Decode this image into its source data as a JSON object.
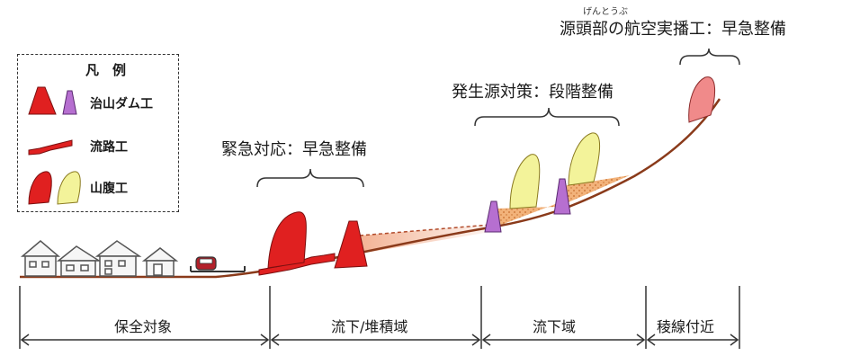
{
  "headings": {
    "headwater_ruby": "げんとうぶ",
    "headwater": "源頭部の航空実播工：早急整備",
    "source": "発生源対策：段階整備",
    "emergency": "緊急対応：早急整備"
  },
  "legend": {
    "title": "凡　例",
    "items": [
      {
        "label": "治山ダム工",
        "icon": "check-dam-icon"
      },
      {
        "label": "流路工",
        "icon": "channel-works-icon"
      },
      {
        "label": "山腹工",
        "icon": "hillside-works-icon"
      }
    ]
  },
  "zones": [
    {
      "label": "保全対象"
    },
    {
      "label": "流下/堆積域"
    },
    {
      "label": "流下域"
    },
    {
      "label": "稜線付近"
    }
  ],
  "colors": {
    "red": "#e02020",
    "purple": "#b66fd0",
    "yellow": "#f3f39a",
    "pink": "#f08a8a",
    "ground": "#8a3a1a",
    "soil": "#e9954e"
  }
}
